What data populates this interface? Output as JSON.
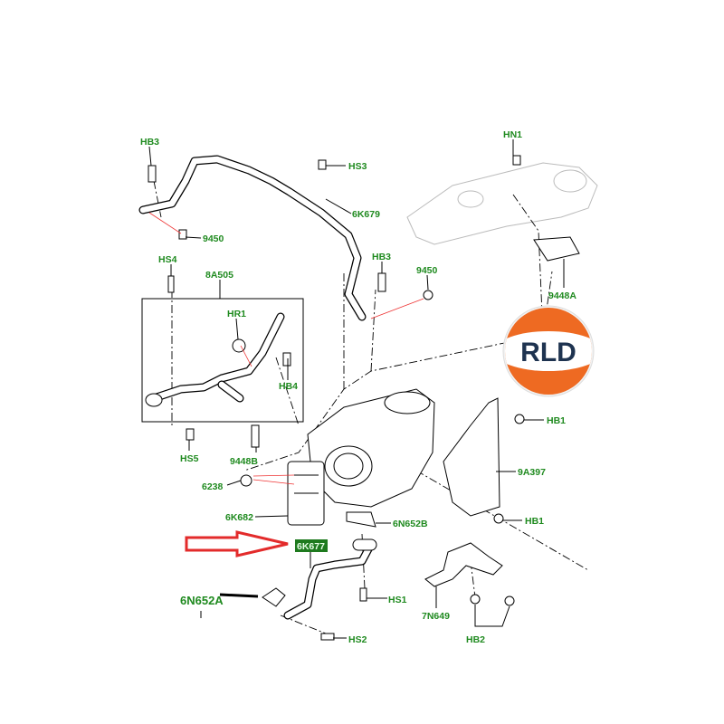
{
  "diagram": {
    "labels": {
      "hb3_top": "HB3",
      "hs3": "HS3",
      "p6k679": "6K679",
      "p9450_left": "9450",
      "hn1": "HN1",
      "hs4": "HS4",
      "p8a505": "8A505",
      "hb3_mid": "HB3",
      "p9450_right": "9450",
      "p9448a": "9448A",
      "hr1": "HR1",
      "hb4": "HB4",
      "hs5": "HS5",
      "p9448b": "9448B",
      "hb1_top": "HB1",
      "p6238": "6238",
      "p9a397": "9A397",
      "p6k682": "6K682",
      "p6n652b": "6N652B",
      "hb1_bottom": "HB1",
      "p6k677": "6K677",
      "p6n652a": "6N652A",
      "hs1": "HS1",
      "p7n649": "7N649",
      "hs2": "HS2",
      "hb2": "HB2"
    },
    "highlighted_part": "6K677",
    "colors": {
      "label": "#1f8a1f",
      "highlight_bg": "#1e7a1e",
      "arrow": "#e32b2b",
      "logo_orange": "#ee6a22",
      "logo_navy": "#1e3350"
    }
  },
  "logo": {
    "text": "RLD"
  }
}
